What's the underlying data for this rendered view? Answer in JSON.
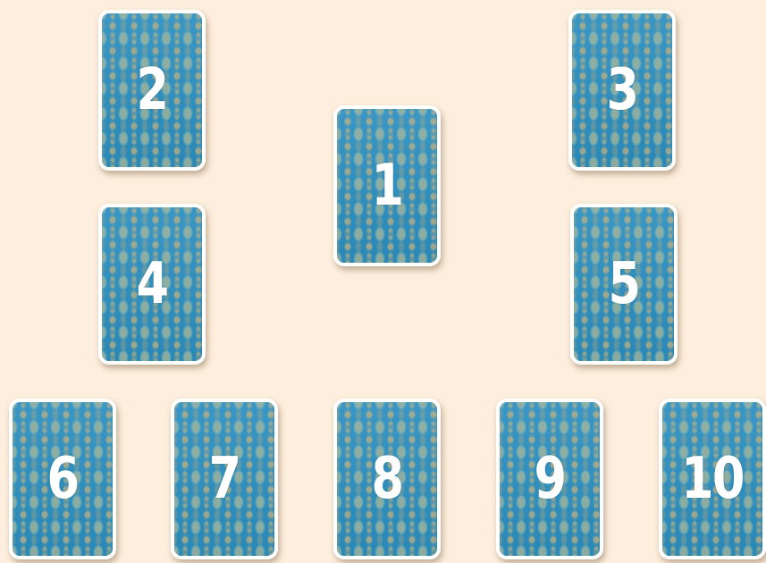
{
  "colors": {
    "background": "#fdeedd",
    "card_back": "#2b8fc0",
    "card_border": "#ffffff",
    "pattern": "#d4ba82",
    "number": "#ffffff"
  },
  "spread": {
    "cards": [
      {
        "position": "1"
      },
      {
        "position": "2"
      },
      {
        "position": "3"
      },
      {
        "position": "4"
      },
      {
        "position": "5"
      },
      {
        "position": "6"
      },
      {
        "position": "7"
      },
      {
        "position": "8"
      },
      {
        "position": "9"
      },
      {
        "position": "10"
      }
    ]
  }
}
